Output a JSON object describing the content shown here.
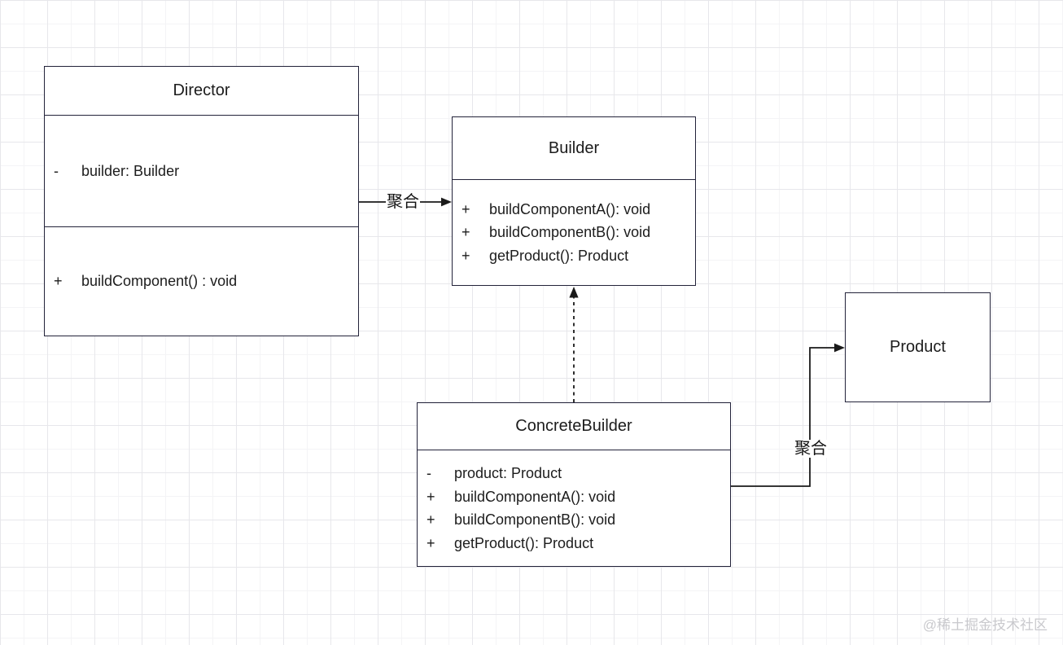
{
  "classes": {
    "director": {
      "title": "Director",
      "attributes": [
        {
          "visibility": "-",
          "signature": "builder: Builder"
        }
      ],
      "methods": [
        {
          "visibility": "+",
          "signature": "buildComponent() : void"
        }
      ]
    },
    "builder": {
      "title": "Builder",
      "methods": [
        {
          "visibility": "+",
          "signature": "buildComponentA(): void"
        },
        {
          "visibility": "+",
          "signature": "buildComponentB(): void"
        },
        {
          "visibility": "+",
          "signature": "getProduct(): Product"
        }
      ]
    },
    "concrete_builder": {
      "title": "ConcreteBuilder",
      "members": [
        {
          "visibility": "-",
          "signature": "product: Product"
        },
        {
          "visibility": "+",
          "signature": "buildComponentA(): void"
        },
        {
          "visibility": "+",
          "signature": "buildComponentB(): void"
        },
        {
          "visibility": "+",
          "signature": "getProduct(): Product"
        }
      ]
    },
    "product": {
      "title": "Product"
    }
  },
  "connectors": {
    "director_to_builder": {
      "label": "聚合",
      "style": "solid-arrow"
    },
    "concrete_builder_to_builder": {
      "style": "dashed-arrow"
    },
    "concrete_builder_to_product": {
      "label": "聚合",
      "style": "solid-arrow"
    }
  },
  "watermark": {
    "text": "@稀土掘金技术社区"
  },
  "colors": {
    "box_border": "#23233a",
    "edge_line": "#1a1a1a",
    "grid_minor": "#f4f4f6",
    "grid_major": "#e7e7eb",
    "watermark": "#c9c9cd"
  }
}
